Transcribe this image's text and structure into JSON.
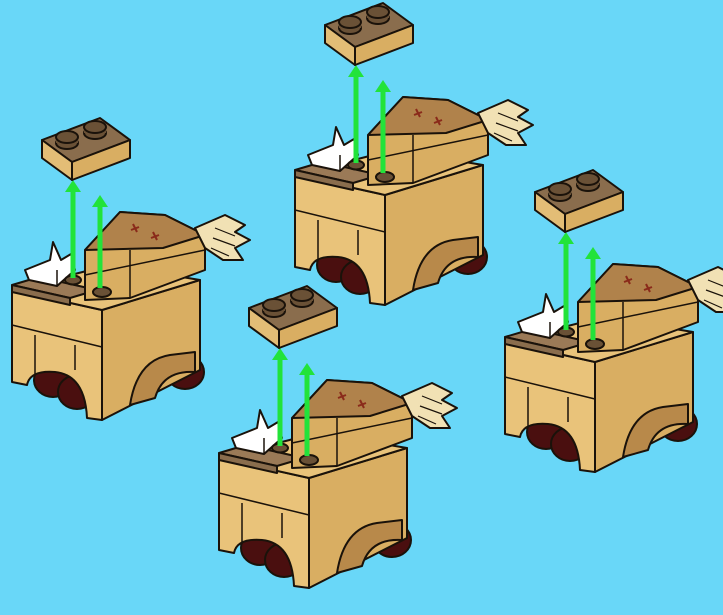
{
  "background_color": "#69d7f8",
  "colors": {
    "tan_light": "#e9c37a",
    "tan_mid": "#d9ae62",
    "tan_dark": "#b8894a",
    "plate_top": "#8a6d4d",
    "plate_side": "#e3bd76",
    "stud": "#6a5136",
    "dark_tan": "#9b7a57",
    "wheel": "#4a0f0f",
    "arrow": "#22e33a",
    "outline": "#1a120a",
    "white_piece": "#ffffff",
    "slope_brown": "#b0824b",
    "slope_red_mark": "#8a2a1a",
    "tail_light": "#f1e1b4"
  },
  "icons": {
    "assembly": "build-step-assembly-icon",
    "arrow": "green-placement-arrow-icon",
    "plate": "brown-1x2-plate-icon"
  },
  "assemblies": [
    {
      "id": "assembly-1"
    },
    {
      "id": "assembly-2"
    },
    {
      "id": "assembly-3"
    },
    {
      "id": "assembly-4"
    }
  ]
}
